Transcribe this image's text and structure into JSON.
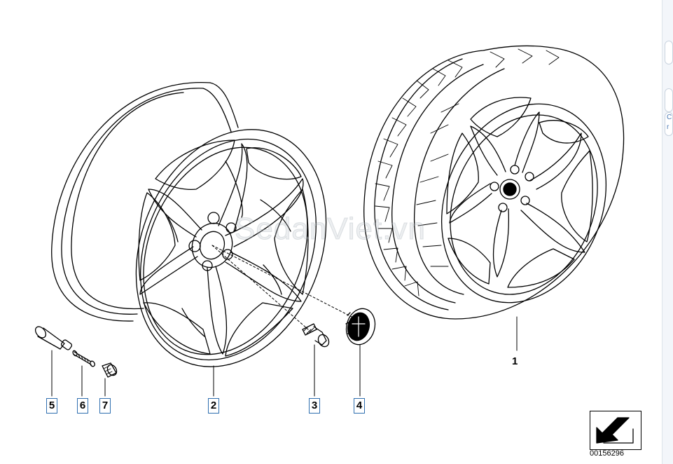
{
  "watermark": "SedanViet.vn",
  "diagram_code": "00156296",
  "callouts": {
    "tyre_wheel": "1",
    "rim": "2",
    "wheel_bolt": "3",
    "hub_cap": "4",
    "valve_body": "5",
    "valve_insert": "6",
    "valve_cap": "7"
  },
  "right_strip": [
    "C",
    "r"
  ],
  "colors": {
    "callout_border": "#2f6fb0",
    "line": "#000000"
  }
}
